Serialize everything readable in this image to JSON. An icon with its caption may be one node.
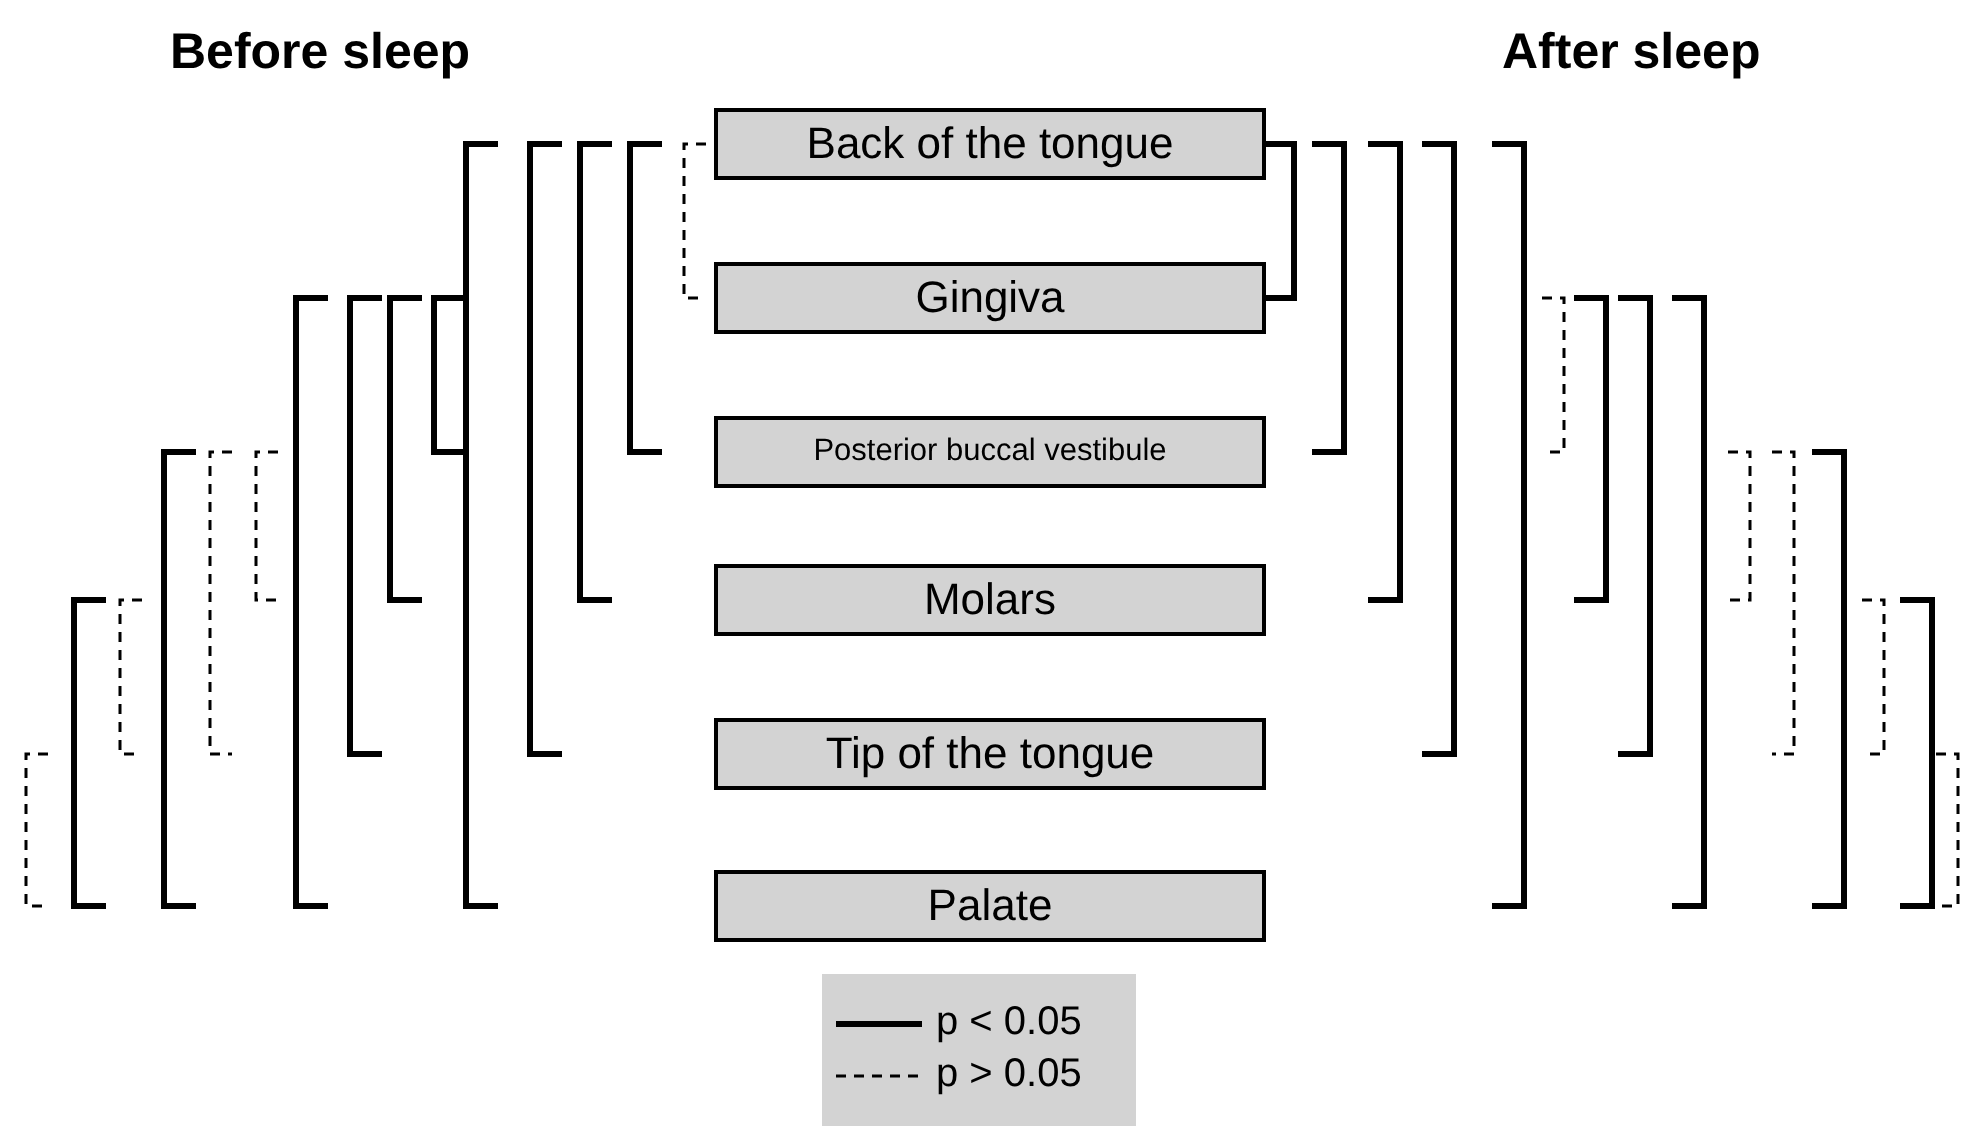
{
  "diagram": {
    "nodes": [
      {
        "text": [
          "Back of the tongue"
        ]
      },
      {
        "text": [
          "Gingiva"
        ]
      },
      {
        "text": [
          "Posterior buccal vestibule"
        ]
      },
      {
        "text": [
          "Molars"
        ]
      },
      {
        "text": [
          "Tip of the tongue"
        ]
      },
      {
        "text": [
          "Palate"
        ]
      }
    ],
    "labels": [
      "Before sleep",
      "After sleep"
    ],
    "legend": [
      {
        "text": "p < 0.05"
      },
      {
        "text": "p > 0.05"
      }
    ]
  }
}
